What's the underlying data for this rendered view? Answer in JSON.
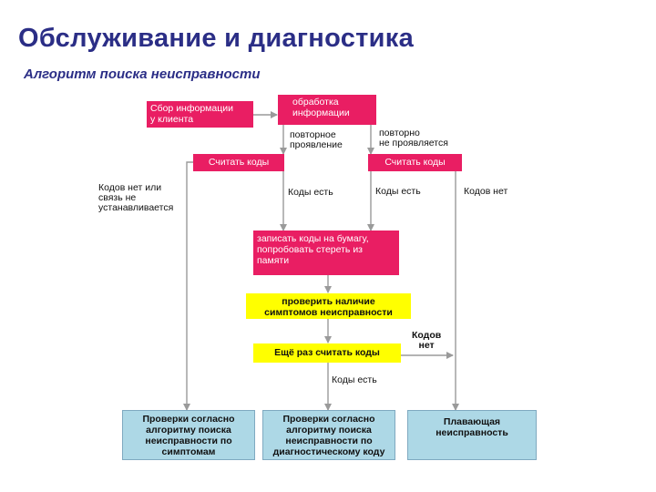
{
  "header": {
    "title": "Обслуживание и диагностика",
    "subtitle": "Алгоритм поиска неисправности"
  },
  "diagram": {
    "boxes": {
      "collect": "Сбор информации\n у клиента",
      "process": "обработка\nинформации",
      "read_left": "Считать коды",
      "read_right": "Считать коды",
      "write": "записать коды на бумагу,\nпопробовать стереть из\nпамяти",
      "check_symptoms": "проверить наличие\nсимптомов неисправности",
      "read_again": "Ещё раз считать коды",
      "by_symptoms": "Проверки согласно\nалгоритму  поиска\nнеисправности по\nсимптомам",
      "by_code": "Проверки согласно\nалгоритму поиска\nнеисправности по\nдиагностическому коду",
      "floating": "Плавающая\nнеисправность"
    },
    "labels": {
      "repeat": "повторное\nпроявление",
      "no_repeat": "повторно\nне проявляется",
      "no_codes_or_link": "Кодов нет или\n    связь    не\nустанавливается",
      "codes_yes_left": "Коды есть",
      "codes_yes_right": "Коды есть",
      "codes_no_right": "Кодов нет",
      "codes_no_mid": "Кодов\nнет",
      "codes_yes_bottom": "Коды есть"
    },
    "colors": {
      "pink": "#e91e63",
      "yellow": "#ffff00",
      "blue": "#add8e6",
      "title": "#2b2e86",
      "line": "#999999"
    }
  }
}
